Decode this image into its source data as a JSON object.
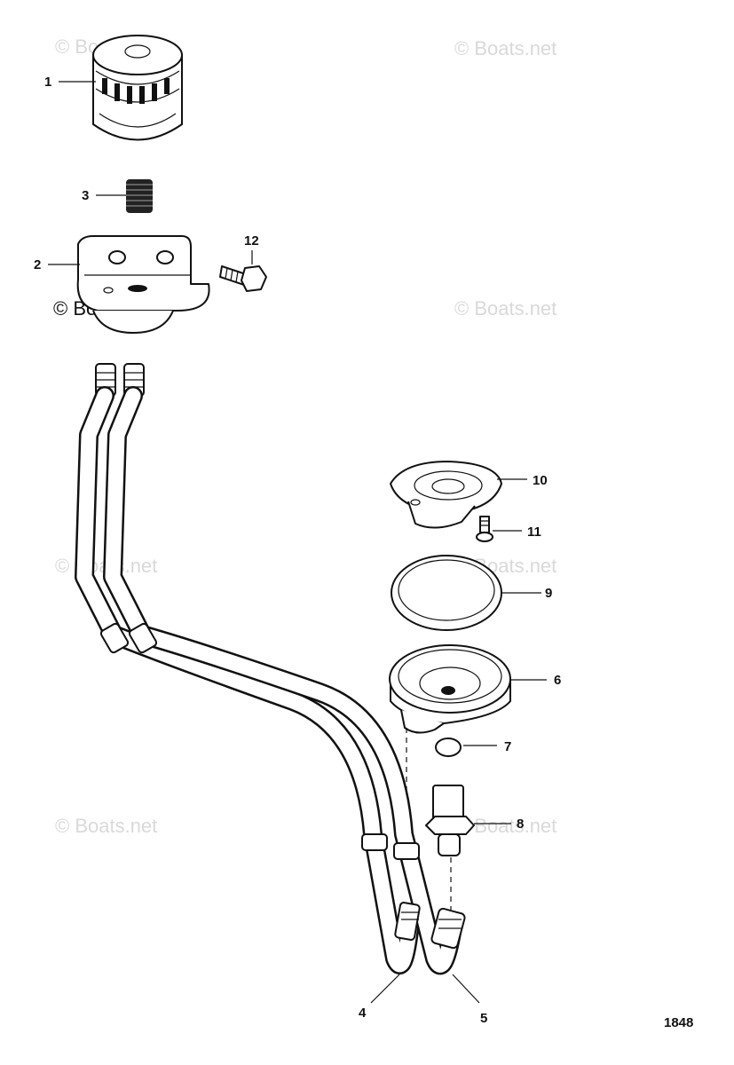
{
  "watermark": "© Boats.net",
  "diagram_number": "1848",
  "callouts": {
    "c1": "1",
    "c2": "2",
    "c3": "3",
    "c4": "4",
    "c5": "5",
    "c6": "6",
    "c7": "7",
    "c8": "8",
    "c9": "9",
    "c10": "10",
    "c11": "11",
    "c12": "12"
  }
}
